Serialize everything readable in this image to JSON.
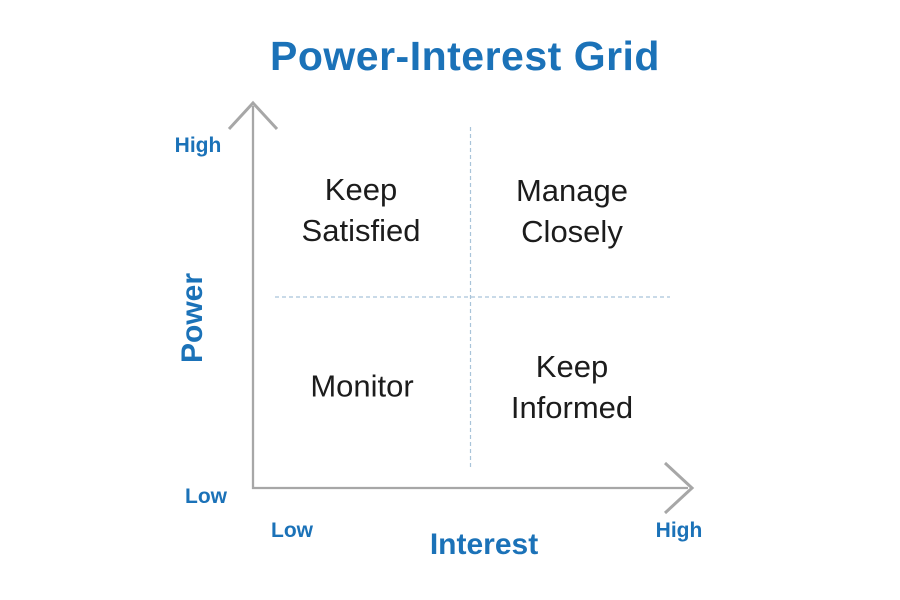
{
  "title": "Power-Interest Grid",
  "colors": {
    "accent_blue": "#1b72b8",
    "axis_gray": "#a7a7a7",
    "divider_blue": "#a9c4d9",
    "text_dark": "#1c1c1c"
  },
  "y_axis": {
    "label": "Power",
    "high": "High",
    "low": "Low"
  },
  "x_axis": {
    "label": "Interest",
    "low": "Low",
    "high": "High"
  },
  "quadrants": [
    {
      "position": "top-left",
      "label": "Keep Satisfied"
    },
    {
      "position": "top-right",
      "label": "Manage Closely"
    },
    {
      "position": "bottom-left",
      "label": "Monitor"
    },
    {
      "position": "bottom-right",
      "label": "Keep Informed"
    }
  ]
}
